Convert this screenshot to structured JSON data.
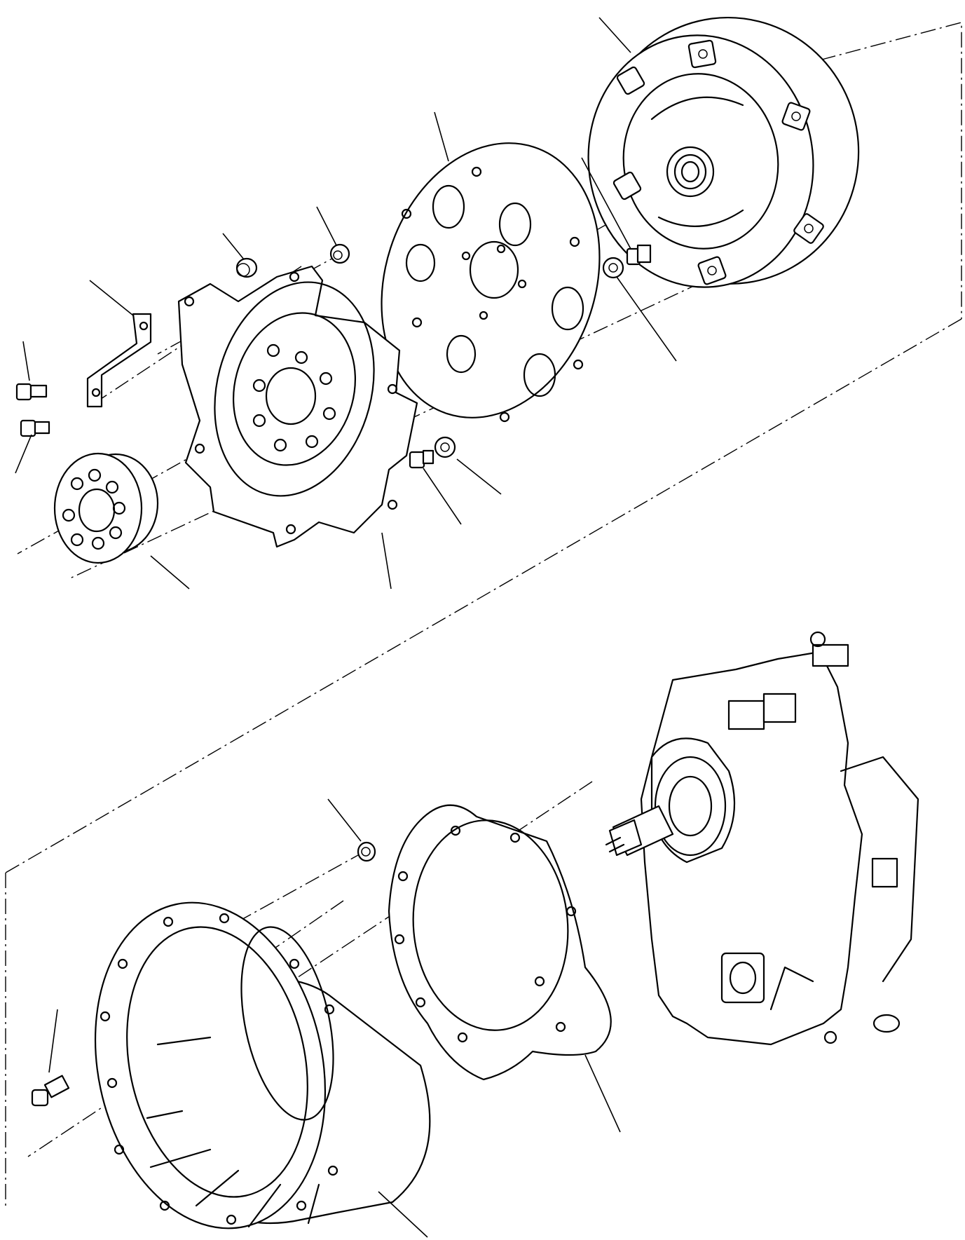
{
  "diagram": {
    "type": "exploded-parts-view",
    "labels_printed": false,
    "parts": [
      {
        "id": "torque-converter",
        "icon": "torque-converter-icon"
      },
      {
        "id": "flex-plate",
        "icon": "flex-plate-icon"
      },
      {
        "id": "drive-plate",
        "icon": "drive-plate-icon"
      },
      {
        "id": "hub-adapter",
        "icon": "hub-adapter-icon"
      },
      {
        "id": "bracket",
        "icon": "bracket-icon"
      },
      {
        "id": "converter-housing",
        "icon": "bell-housing-icon"
      },
      {
        "id": "gasket",
        "icon": "gasket-icon"
      },
      {
        "id": "transmission",
        "icon": "transmission-icon"
      },
      {
        "id": "bolts",
        "icon": "bolt-icon"
      },
      {
        "id": "nuts",
        "icon": "nut-icon"
      },
      {
        "id": "washers",
        "icon": "washer-icon"
      }
    ],
    "colors": {
      "line": "#000000",
      "background": "#ffffff"
    }
  }
}
